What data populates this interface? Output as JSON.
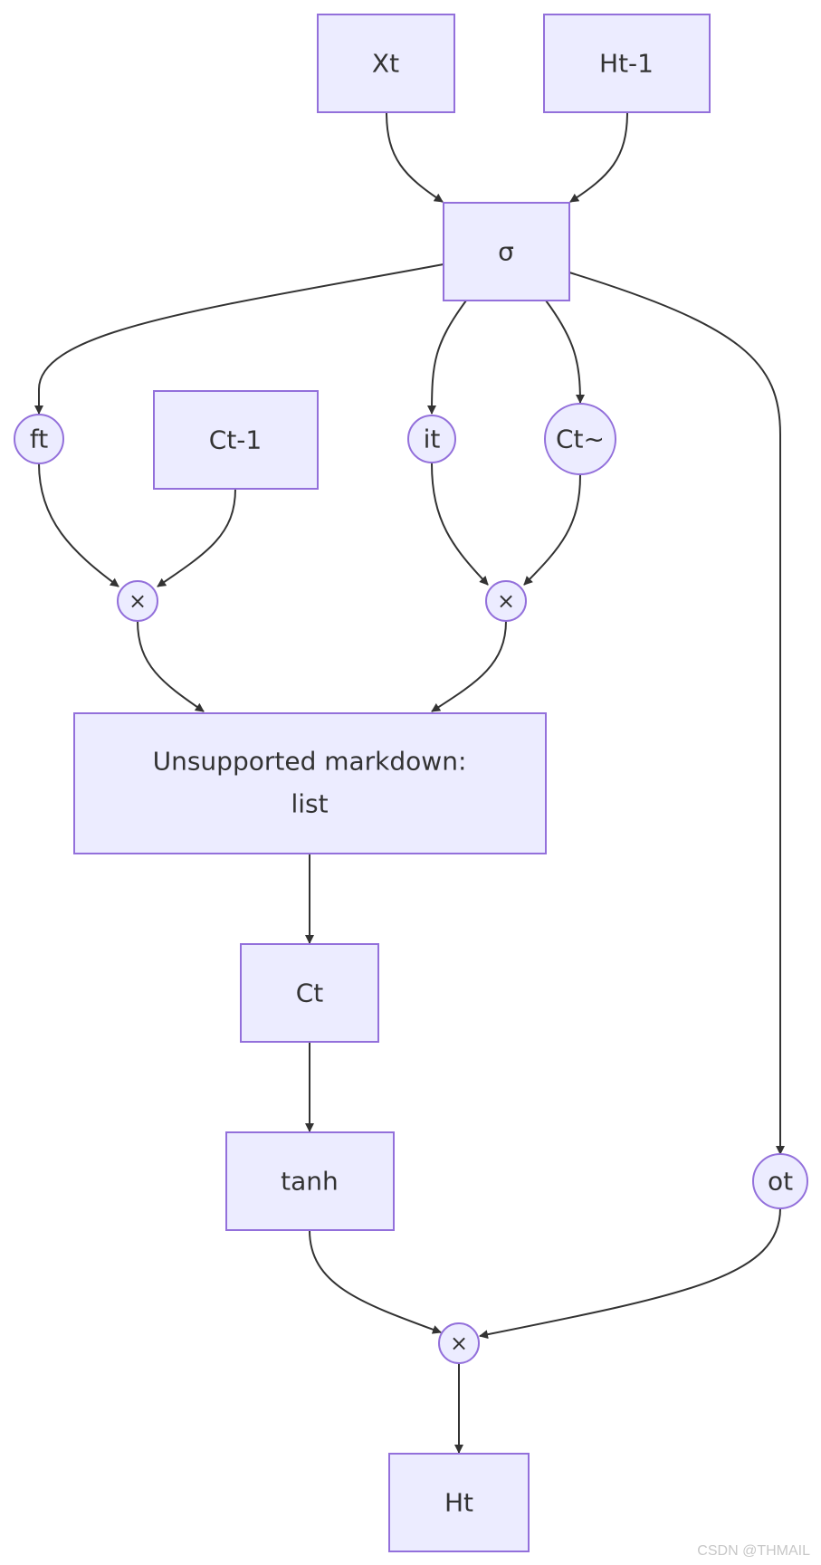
{
  "nodes": {
    "xt": "Xt",
    "ht_1": "Ht-1",
    "sigma": "σ",
    "ft": "ft",
    "ct_1": "Ct-1",
    "it": "it",
    "ct_tilde": "Ct~",
    "mult_left": "×",
    "mult_mid": "×",
    "sum_line1": "Unsupported markdown:",
    "sum_line2": "list",
    "ct": "Ct",
    "tanh": "tanh",
    "ot": "ot",
    "mult_out": "×",
    "ht": "Ht"
  },
  "colors": {
    "node_fill": "#ECECFF",
    "node_stroke": "#9370DB",
    "edge": "#333333",
    "text": "#333333"
  },
  "watermark": "CSDN @THMAIL"
}
